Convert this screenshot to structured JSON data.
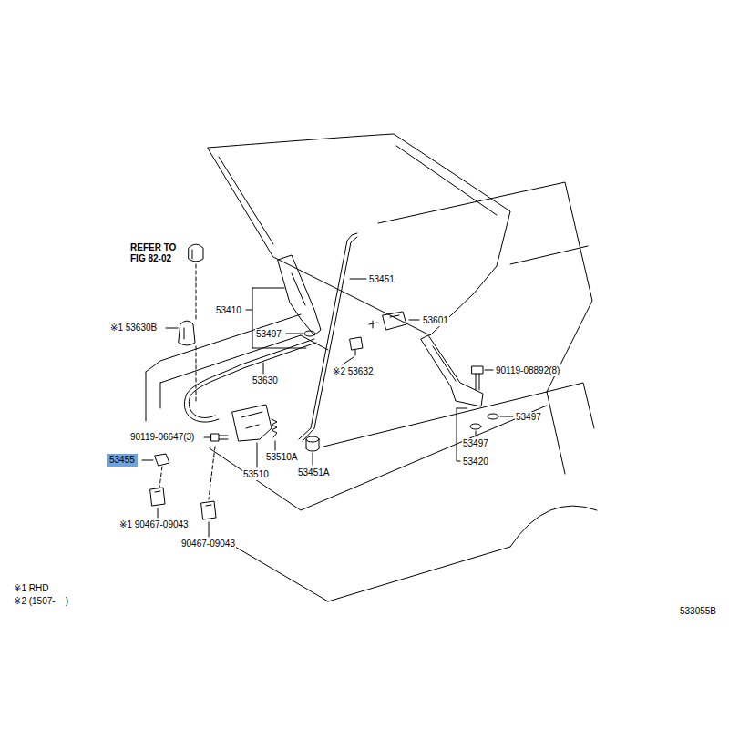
{
  "diagram": {
    "labels": [
      "REFER TO FIG 82-02",
      "※1 53630B",
      "53410",
      "53497",
      "53451",
      "53601",
      "53630",
      "※2 53632",
      "90119-08892(8)",
      "53497",
      "53497",
      "53420",
      "90119-06647(3)",
      "53455",
      "53510A",
      "53451A",
      "53510",
      "※1 90467-09043",
      "90467-09043",
      "※1 RHD",
      "※2 (1507-    )",
      "533055B"
    ]
  }
}
